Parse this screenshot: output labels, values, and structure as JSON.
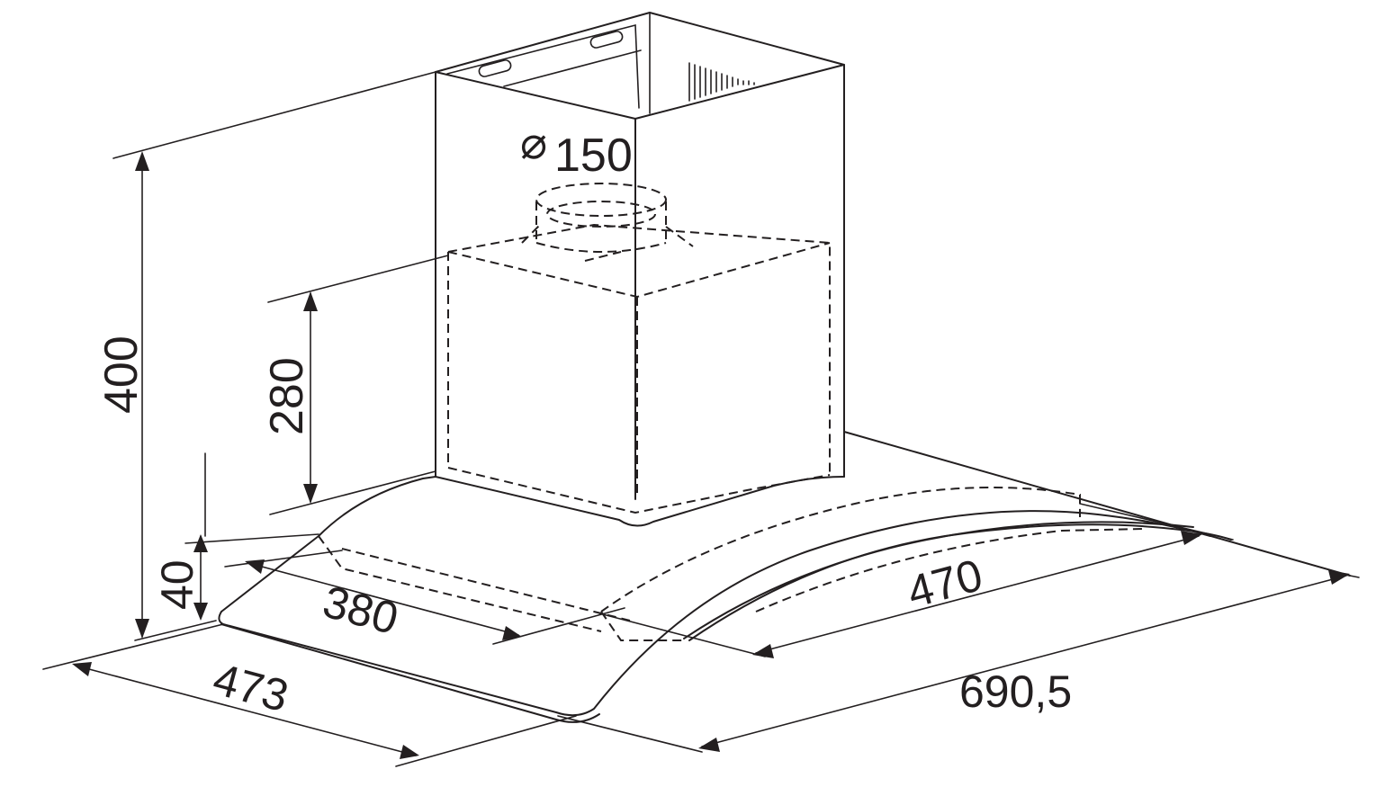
{
  "colors": {
    "line": "#231f20",
    "background": "#ffffff"
  },
  "dimensions": {
    "total_height": "400",
    "chimney_height": "280",
    "duct_diameter": "150",
    "duct_diameter_symbol": "⌀",
    "glass_thickness": "40",
    "depth": "473",
    "inner_depth": "380",
    "inner_width": "470",
    "total_width": "690,5"
  }
}
